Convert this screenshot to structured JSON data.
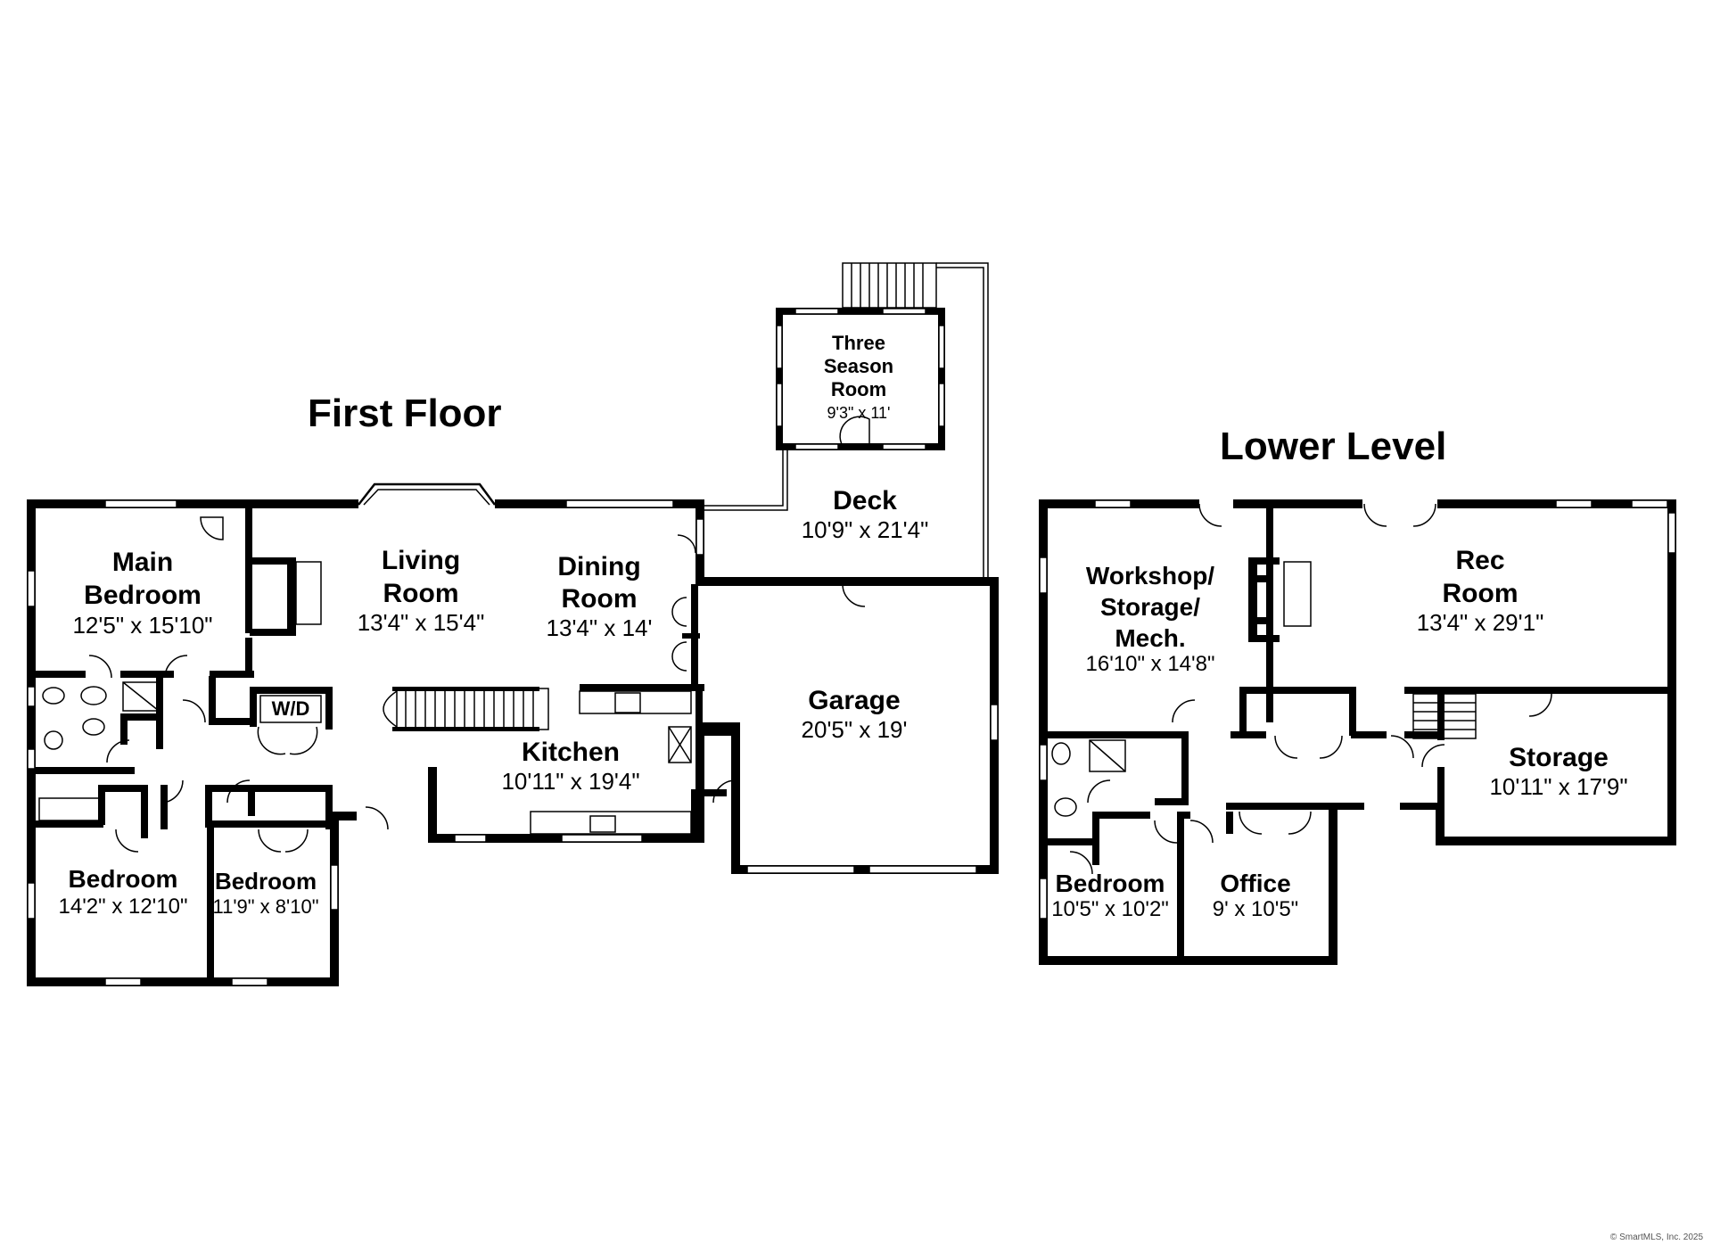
{
  "floors": {
    "first": {
      "title": "First Floor",
      "rooms": {
        "main_bedroom": {
          "name1": "Main",
          "name2": "Bedroom",
          "dim": "12'5\" x 15'10\""
        },
        "living_room": {
          "name1": "Living",
          "name2": "Room",
          "dim": "13'4\" x 15'4\""
        },
        "dining_room": {
          "name1": "Dining",
          "name2": "Room",
          "dim": "13'4\" x 14'"
        },
        "three_season": {
          "name1": "Three",
          "name2": "Season",
          "name3": "Room",
          "dim": "9'3\" x 11'"
        },
        "deck": {
          "name": "Deck",
          "dim": "10'9\" x 21'4\""
        },
        "garage": {
          "name": "Garage",
          "dim": "20'5\" x 19'"
        },
        "kitchen": {
          "name": "Kitchen",
          "dim": "10'11\" x 19'4\""
        },
        "bedroom_1": {
          "name": "Bedroom",
          "dim": "14'2\" x 12'10\""
        },
        "bedroom_2": {
          "name": "Bedroom",
          "dim": "11'9\" x 8'10\""
        }
      },
      "laundry_label": "W/D"
    },
    "lower": {
      "title": "Lower Level",
      "rooms": {
        "workshop": {
          "name1": "Workshop/",
          "name2": "Storage/",
          "name3": "Mech.",
          "dim": "16'10\" x 14'8\""
        },
        "rec_room": {
          "name1": "Rec",
          "name2": "Room",
          "dim": "13'4\" x 29'1\""
        },
        "storage": {
          "name": "Storage",
          "dim": "10'11\" x 17'9\""
        },
        "bedroom": {
          "name": "Bedroom",
          "dim": "10'5\" x 10'2\""
        },
        "office": {
          "name": "Office",
          "dim": "9' x 10'5\""
        }
      }
    }
  },
  "copyright": "© SmartMLS, Inc. 2025"
}
